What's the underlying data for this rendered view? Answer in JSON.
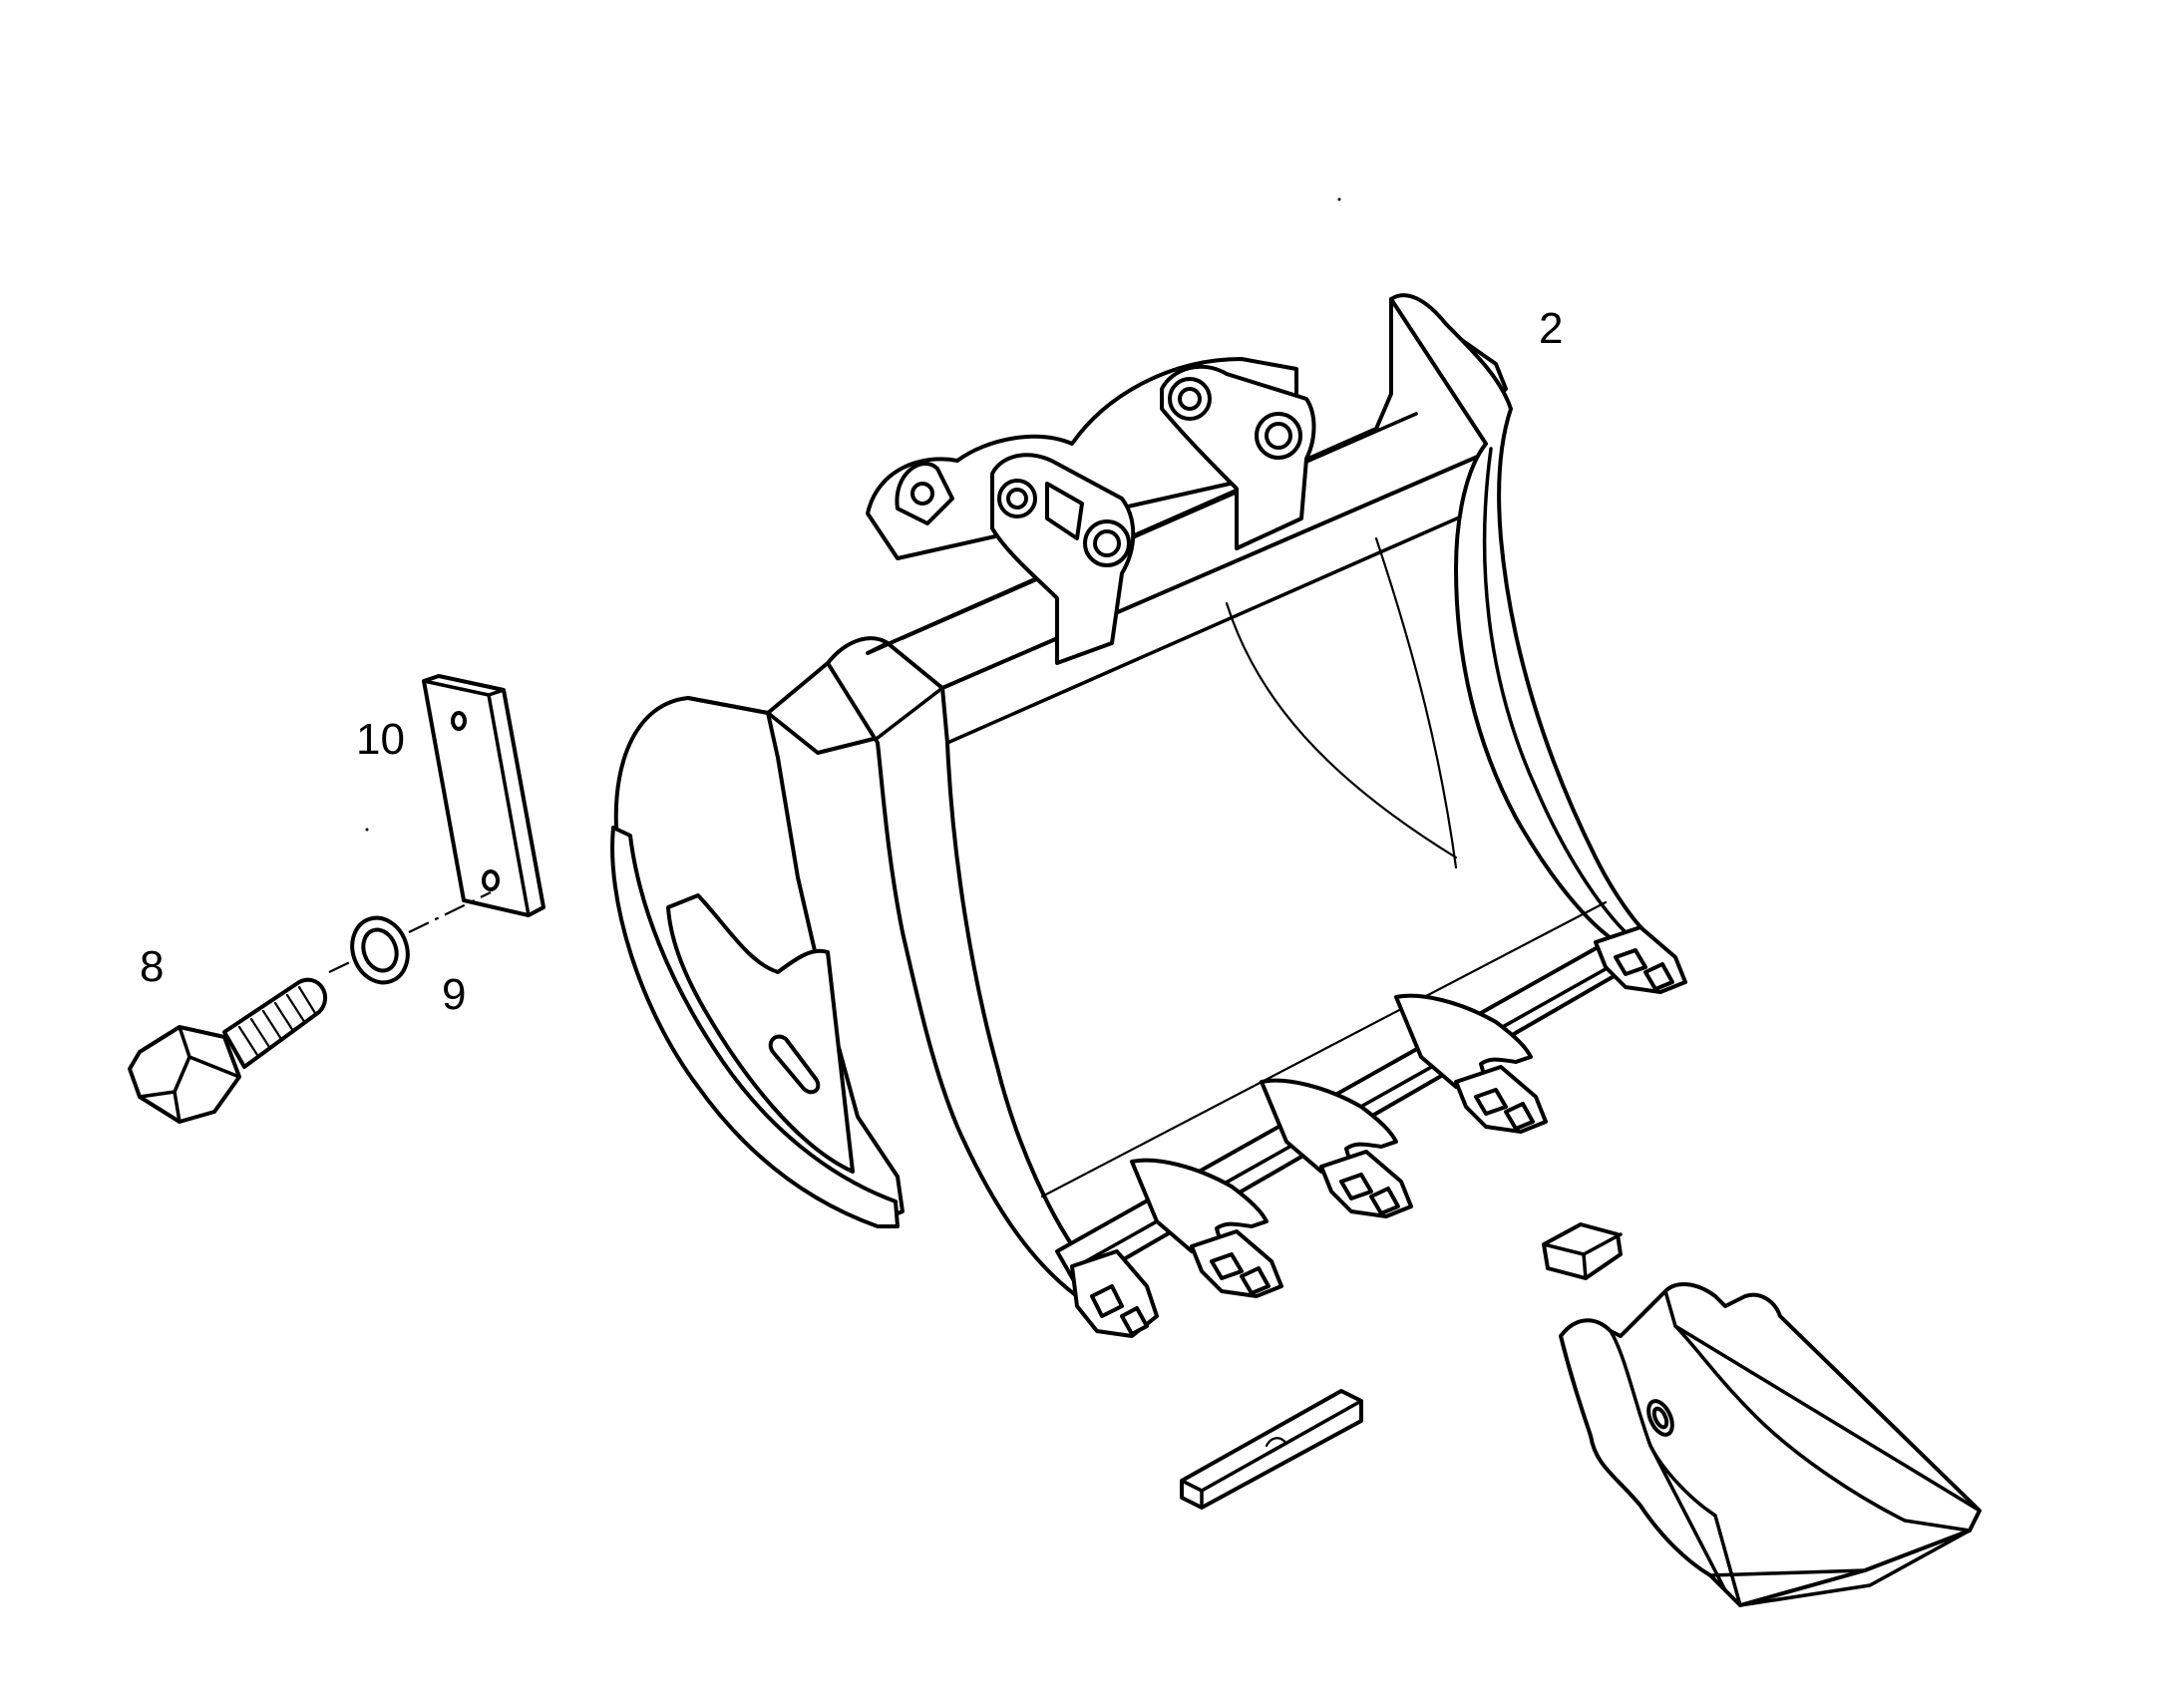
{
  "callouts": {
    "bucket": "2",
    "bolt": "8",
    "washer": "9",
    "plate": "10"
  }
}
